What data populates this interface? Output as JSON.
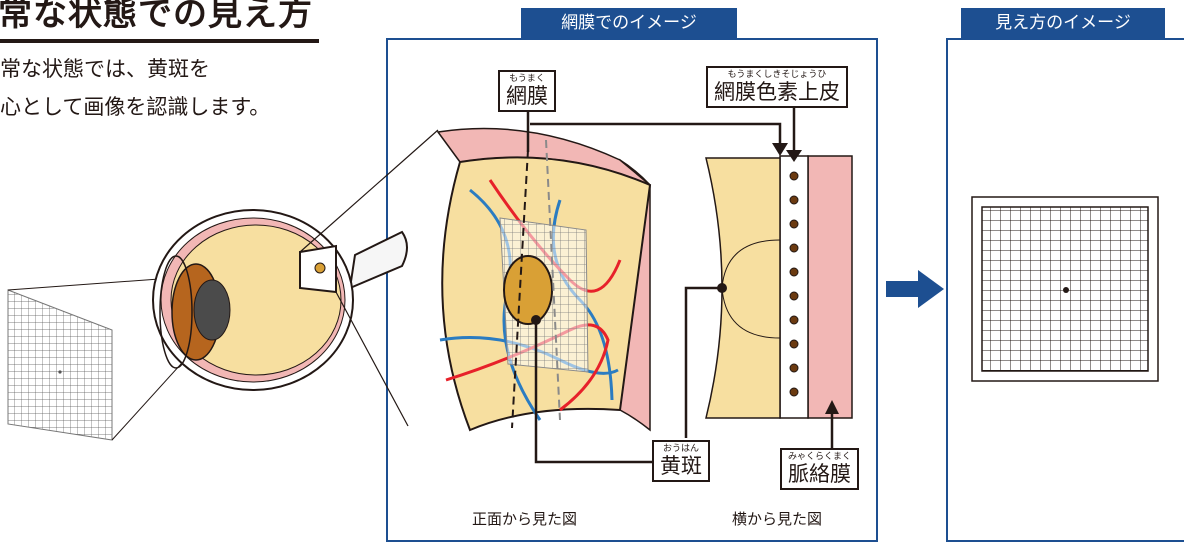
{
  "heading": "常な状態での見え方",
  "intro": [
    "常な状態では、黄斑を",
    "心として画像を認識します。"
  ],
  "panels": {
    "retina_title": "網膜でのイメージ",
    "view_title": "見え方のイメージ"
  },
  "captions": {
    "front": "正面から見た図",
    "side": "横から見た図"
  },
  "labels": {
    "retina": {
      "ruby": "もうまく",
      "text": "網膜"
    },
    "rpe": {
      "ruby": "もうまくしきそじょうひ",
      "text": "網膜色素上皮"
    },
    "macula": {
      "ruby": "おうはん",
      "text": "黄斑"
    },
    "choroid": {
      "ruby": "みゃくらくまく",
      "text": "脈絡膜"
    }
  },
  "colors": {
    "panel_blue": "#1d4f91",
    "retina_yellow": "#f7dfa0",
    "choroid_pink": "#f2b7b5",
    "macula_orange": "#d9a035",
    "vessel_red": "#e7212a",
    "vessel_blue": "#2b7cc1"
  },
  "icons": {
    "arrow": "right-arrow-icon",
    "dot": "macula-dot-icon"
  }
}
